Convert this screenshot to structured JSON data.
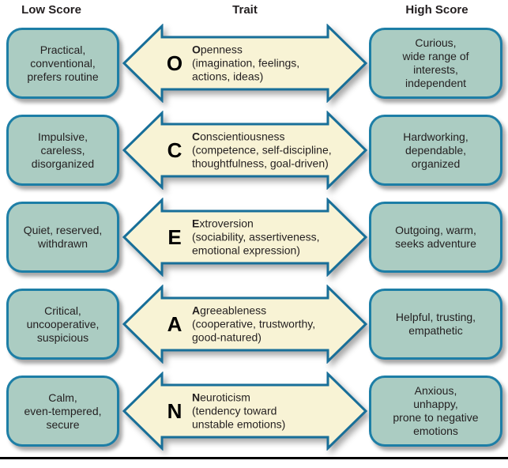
{
  "headers": {
    "low": "Low Score",
    "trait": "Trait",
    "high": "High Score"
  },
  "palette": {
    "box_fill": "#abccc2",
    "box_border": "#1d7ea6",
    "arrow_fill": "#f8f3d5",
    "arrow_border": "#186f99",
    "text": "#231f20",
    "footer_line": "#000000"
  },
  "rows": [
    {
      "letter": "O",
      "trait_first": "O",
      "trait_rest": "penness",
      "desc": "(imagination, feelings,\nactions, ideas)",
      "low": "Practical,\nconventional,\nprefers routine",
      "high": "Curious,\nwide range of\ninterests,\nindependent"
    },
    {
      "letter": "C",
      "trait_first": "C",
      "trait_rest": "onscientiousness",
      "desc": "(competence, self-discipline,\nthoughtfulness, goal-driven)",
      "low": "Impulsive,\ncareless,\ndisorganized",
      "high": "Hardworking,\ndependable,\norganized"
    },
    {
      "letter": "E",
      "trait_first": "E",
      "trait_rest": "xtroversion",
      "desc": "(sociability, assertiveness,\nemotional expression)",
      "low": "Quiet, reserved,\nwithdrawn",
      "high": "Outgoing, warm,\nseeks adventure"
    },
    {
      "letter": "A",
      "trait_first": "A",
      "trait_rest": "greeableness",
      "desc": "(cooperative, trustworthy,\ngood-natured)",
      "low": "Critical,\nuncooperative,\nsuspicious",
      "high": "Helpful, trusting,\nempathetic"
    },
    {
      "letter": "N",
      "trait_first": "N",
      "trait_rest": "euroticism",
      "desc": "(tendency toward\nunstable emotions)",
      "low": "Calm,\neven-tempered,\nsecure",
      "high": "Anxious,\nunhappy,\nprone to negative\nemotions"
    }
  ]
}
